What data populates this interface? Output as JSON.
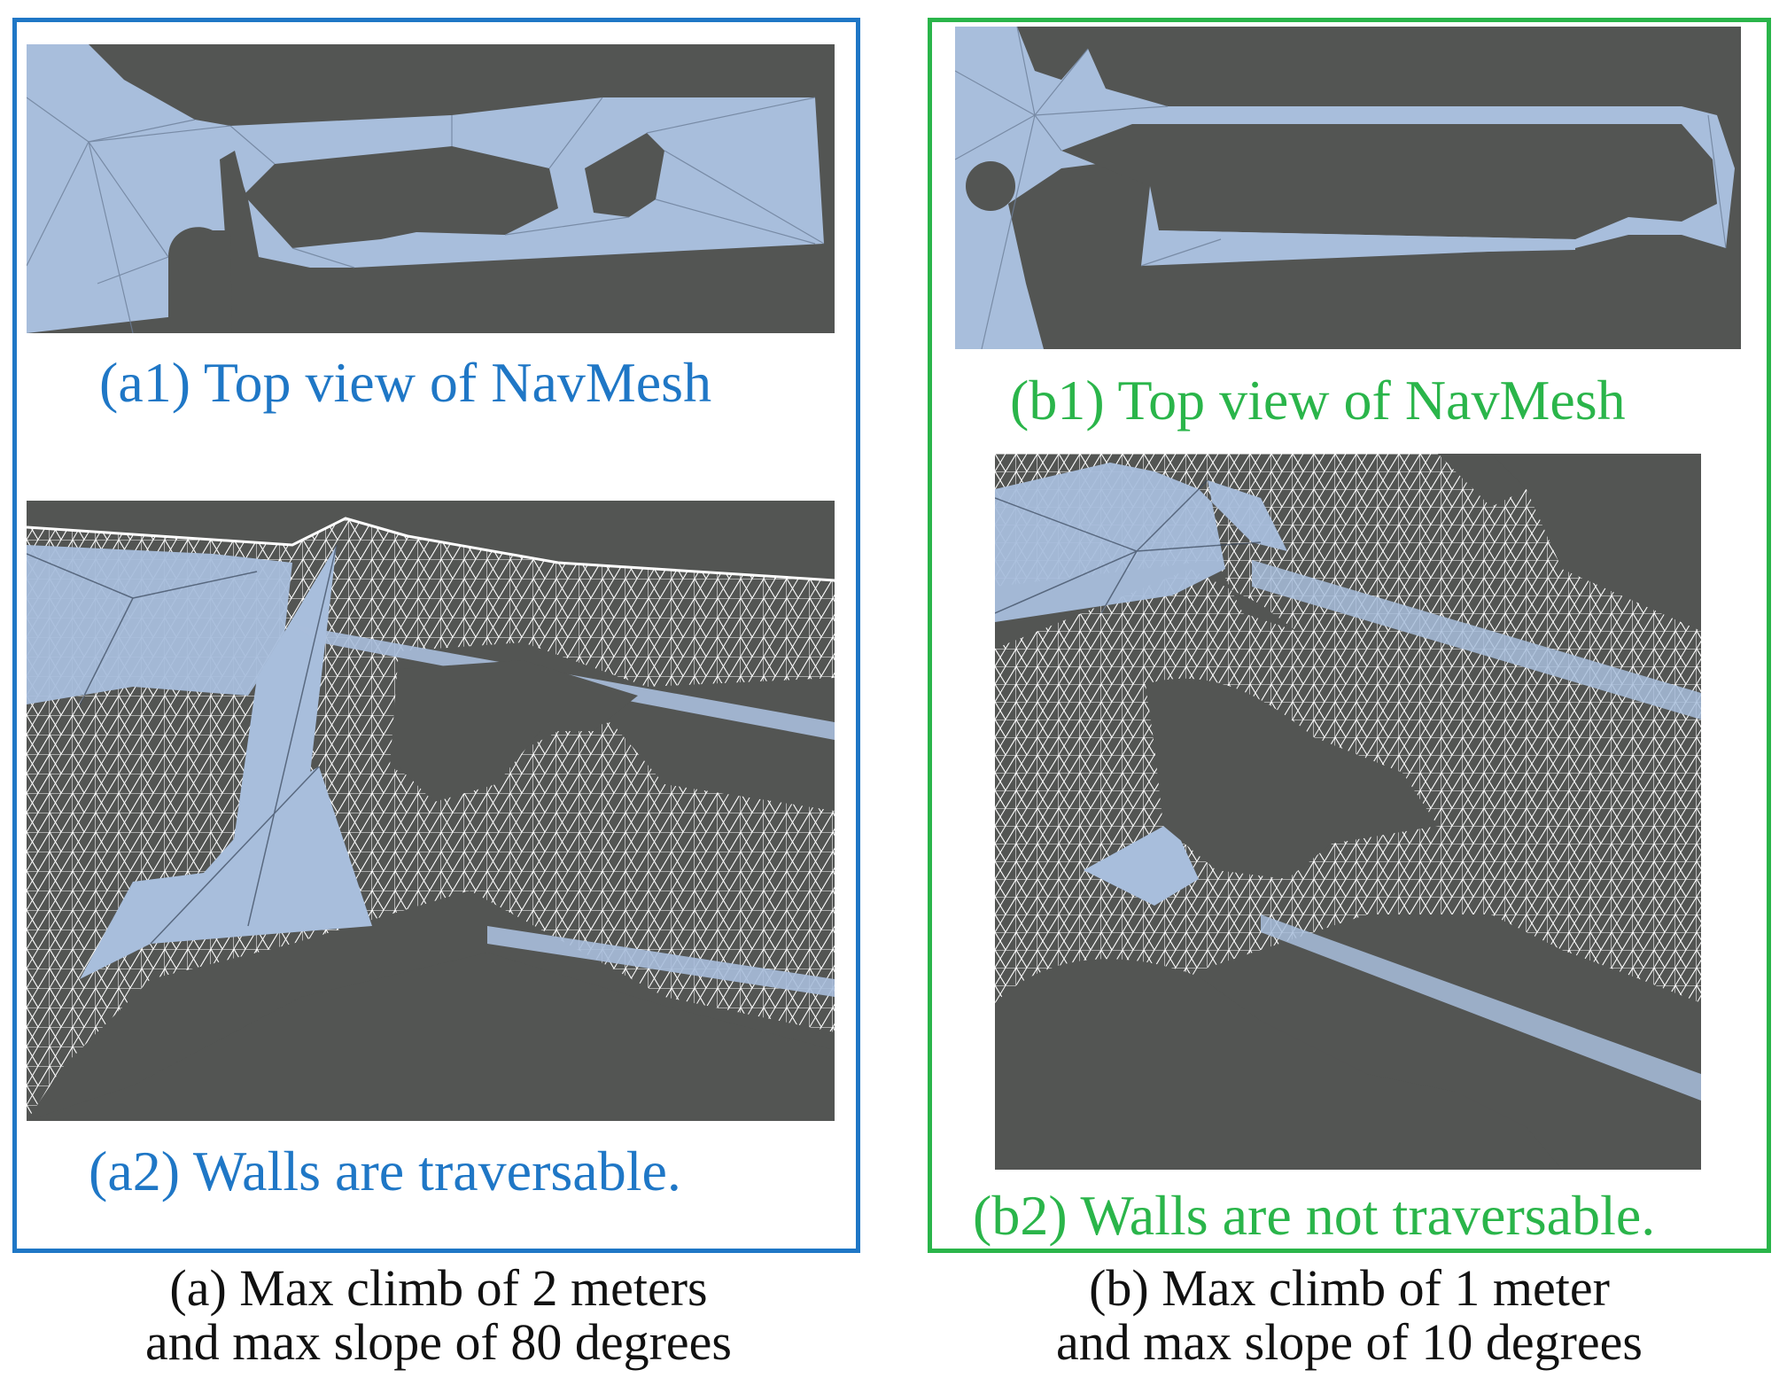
{
  "colors": {
    "panel_bg": "#535553",
    "navmesh": "#a8bedc",
    "wireframe": "#ffffff",
    "frame_a": "#1f77c6",
    "frame_b": "#2ab54a",
    "text": "#111111"
  },
  "panel_a": {
    "top_caption": "(a1) Top view of NavMesh",
    "wall_caption": "(a2) Walls are traversable.",
    "bottom_line1": "(a) Max climb of 2 meters",
    "bottom_line2": "and max slope of 80 degrees"
  },
  "panel_b": {
    "top_caption": "(b1) Top view of NavMesh",
    "wall_caption": "(b2) Walls are not traversable.",
    "bottom_line1": "(b) Max climb of 1 meter",
    "bottom_line2": "and max slope of 10 degrees"
  }
}
